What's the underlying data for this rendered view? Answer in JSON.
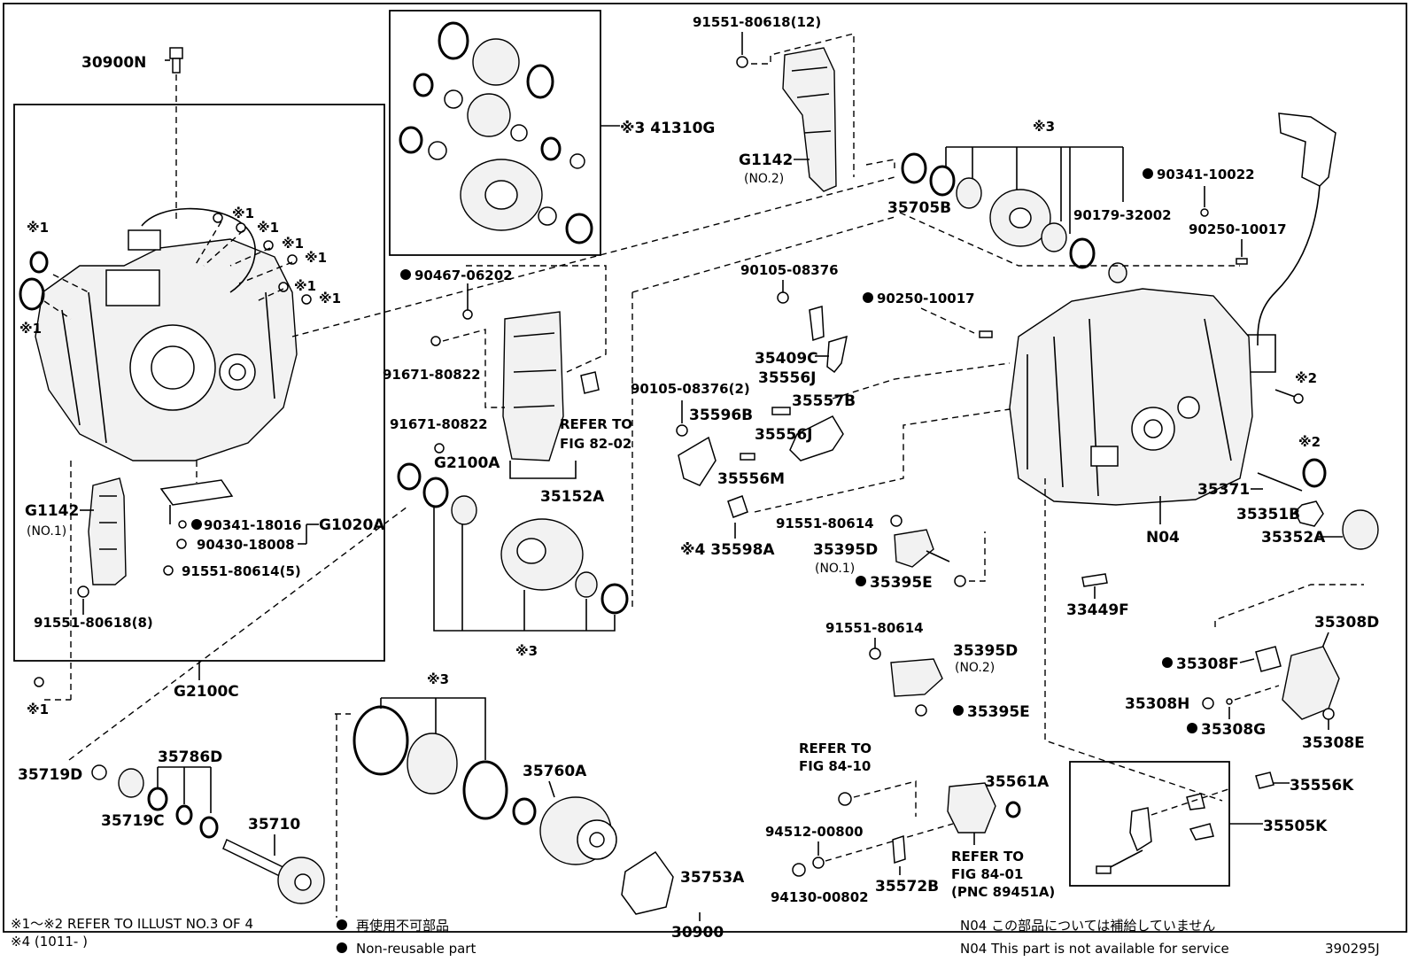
{
  "diagram_id": "390295J",
  "legend": {
    "note_refer": "※1〜※2 REFER TO ILLUST NO.3 OF 4",
    "note_range": "※4 (1011-        )",
    "non_reusable_jp": "再使用不可部品",
    "non_reusable_en": "Non-reusable part",
    "n04_jp": "N04  この部品については補給していません",
    "n04_en": "N04  This part is not available for service"
  },
  "parts": {
    "p30900N": "30900N",
    "p41310G": "※3 41310G",
    "p91551_80618_12": "91551-80618(12)",
    "pG1142_no2": "G1142",
    "pG1142_no2_sub": "(NO.2)",
    "p90467": "90467-06202",
    "p91671_a": "91671-80822",
    "p91671_b": "91671-80822",
    "pG2100A": "G2100A",
    "pRefer8202_a": "REFER TO",
    "pRefer8202_b": "FIG 82-02",
    "p35152A": "35152A",
    "pG1142_no1": "G1142",
    "pG1142_no1_sub": "(NO.1)",
    "p90341_18016": "90341-18016",
    "pG1020A": "G1020A",
    "p90430": "90430-18008",
    "p91551_80614_5": "91551-80614(5)",
    "p91551_80618_8": "91551-80618(8)",
    "pG2100C": "G2100C",
    "x1_a": "※1",
    "x1_b": "※1",
    "x1_c": "※1",
    "x1_d": "※1",
    "x1_e": "※1",
    "x1_f": "※1",
    "x1_g": "※1",
    "x1_h": "※1",
    "x1_i": "※1",
    "x3_a": "※3",
    "x3_b": "※3",
    "x3_c": "※3",
    "x2_a": "※2",
    "x2_b": "※2",
    "p35705B": "35705B",
    "p90179": "90179-32002",
    "p90341_10022": "90341-10022",
    "p90250_10017_a": "90250-10017",
    "p90105_08376": "90105-08376",
    "p90250_10017_b": "90250-10017",
    "p35409C": "35409C",
    "p35556J_a": "35556J",
    "p35557B": "35557B",
    "p90105_08376_2": "90105-08376(2)",
    "p35596B": "35596B",
    "p35556J_b": "35556J",
    "p35556M": "35556M",
    "p35598A": "※4 35598A",
    "p91551_80614_a": "91551-80614",
    "p35395D_no1": "35395D",
    "p35395D_no1_sub": "(NO.1)",
    "p35395E_a": "35395E",
    "p35371": "35371",
    "p35351B": "35351B",
    "p35352A": "35352A",
    "pN04": "N04",
    "p33449F": "33449F",
    "p91551_80614_b": "91551-80614",
    "p35395D_no2": "35395D",
    "p35395D_no2_sub": "(NO.2)",
    "p35395E_b": "35395E",
    "p35308D": "35308D",
    "p35308F": "35308F",
    "p35308H": "35308H",
    "p35308G": "35308G",
    "p35308E": "35308E",
    "p35719D": "35719D",
    "p35786D": "35786D",
    "p35719C": "35719C",
    "p35710": "35710",
    "p35760A": "35760A",
    "p35753A": "35753A",
    "pRefer8410_a": "REFER TO",
    "pRefer8410_b": "FIG 84-10",
    "p94512": "94512-00800",
    "p94130": "94130-00802",
    "p35572B": "35572B",
    "p35561A": "35561A",
    "pRefer8401_a": "REFER TO",
    "pRefer8401_b": "FIG 84-01",
    "pRefer8401_c": "(PNC 89451A)",
    "p35556K": "35556K",
    "p35505K": "35505K",
    "p30900": "30900"
  }
}
